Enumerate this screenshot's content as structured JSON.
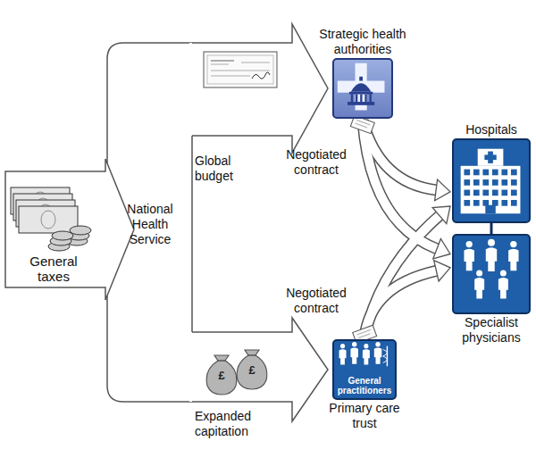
{
  "diagram": {
    "nodes": [
      {
        "text": [
          "General taxes"
        ]
      },
      {
        "text": [
          "National Health Service"
        ]
      },
      {
        "text": [
          "Strategic health authorities"
        ]
      },
      {
        "text": [
          "Hospitals"
        ]
      },
      {
        "text": [
          "Specialist physicians"
        ]
      },
      {
        "text": [
          "General practitioners",
          "Primary care trust"
        ]
      }
    ],
    "edges": [
      {
        "from": 0,
        "to": 1,
        "arrow": "to"
      },
      {
        "from": 1,
        "to": 2,
        "label": "Global budget",
        "arrow": "to"
      },
      {
        "from": 1,
        "to": 5,
        "label": "Expanded capitation",
        "arrow": "to"
      },
      {
        "from": 2,
        "to": 3,
        "label": "Negotiated contract",
        "arrow": "to"
      },
      {
        "from": 2,
        "to": 4,
        "arrow": "to"
      },
      {
        "from": 5,
        "to": 3,
        "label": "Negotiated contract",
        "arrow": "to"
      },
      {
        "from": 5,
        "to": 4,
        "arrow": "to"
      },
      {
        "from": 3,
        "to": 4,
        "arrow": "none"
      }
    ],
    "labels": [
      "£",
      "£"
    ]
  }
}
